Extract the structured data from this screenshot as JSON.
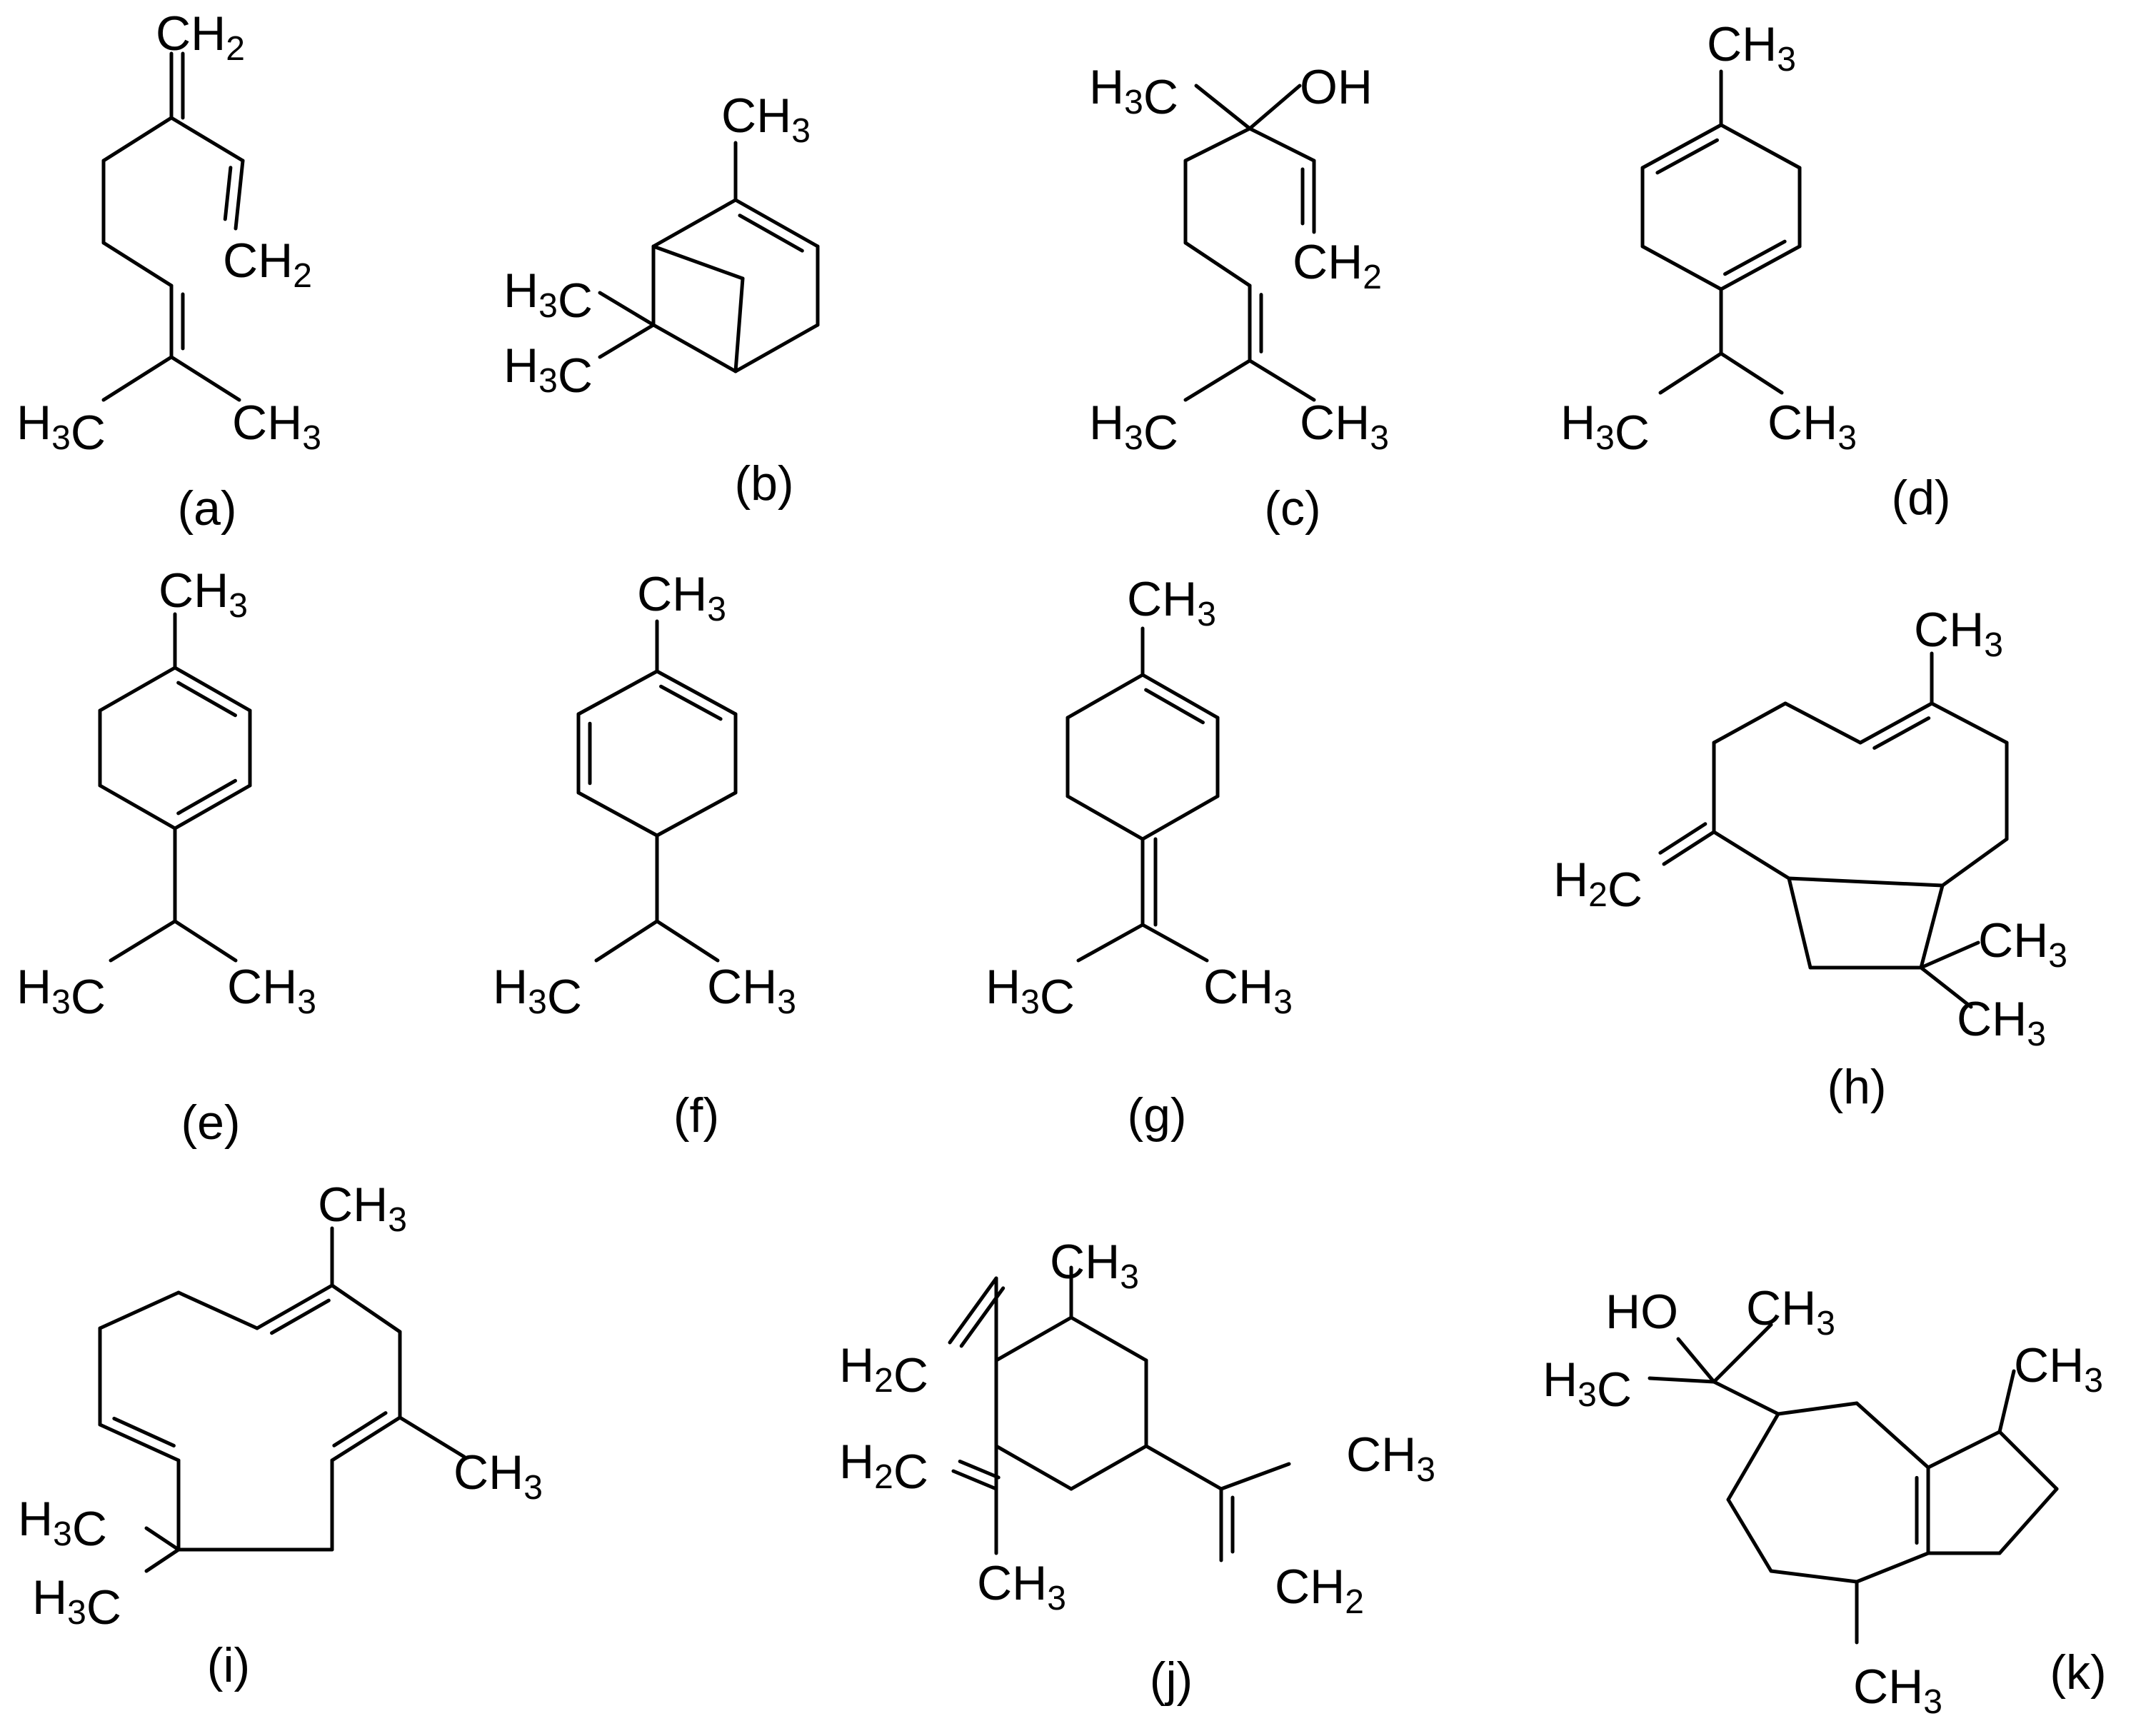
{
  "molecules": [
    {
      "id": "a",
      "caption": "(a)",
      "atoms": [
        "CH2",
        "CH2",
        "H3C",
        "CH3"
      ]
    },
    {
      "id": "b",
      "caption": "(b)",
      "atoms": [
        "CH3",
        "H3C",
        "H3C"
      ]
    },
    {
      "id": "c",
      "caption": "(c)",
      "atoms": [
        "H3C",
        "OH",
        "CH2",
        "H3C",
        "CH3"
      ]
    },
    {
      "id": "d",
      "caption": "(d)",
      "atoms": [
        "CH3",
        "H3C",
        "CH3"
      ]
    },
    {
      "id": "e",
      "caption": "(e)",
      "atoms": [
        "CH3",
        "H3C",
        "CH3"
      ]
    },
    {
      "id": "f",
      "caption": "(f)",
      "atoms": [
        "CH3",
        "H3C",
        "CH3"
      ]
    },
    {
      "id": "g",
      "caption": "(g)",
      "atoms": [
        "CH3",
        "H3C",
        "CH3"
      ]
    },
    {
      "id": "h",
      "caption": "(h)",
      "atoms": [
        "CH3",
        "H2C",
        "CH3",
        "CH3"
      ]
    },
    {
      "id": "i",
      "caption": "(i)",
      "atoms": [
        "CH3",
        "CH3",
        "H3C",
        "H3C"
      ]
    },
    {
      "id": "j",
      "caption": "(j)",
      "atoms": [
        "CH3",
        "H2C",
        "H2C",
        "CH3",
        "CH3",
        "CH2"
      ]
    },
    {
      "id": "k",
      "caption": "(k)",
      "atoms": [
        "HO",
        "CH3",
        "H3C",
        "CH3",
        "CH3"
      ]
    }
  ]
}
